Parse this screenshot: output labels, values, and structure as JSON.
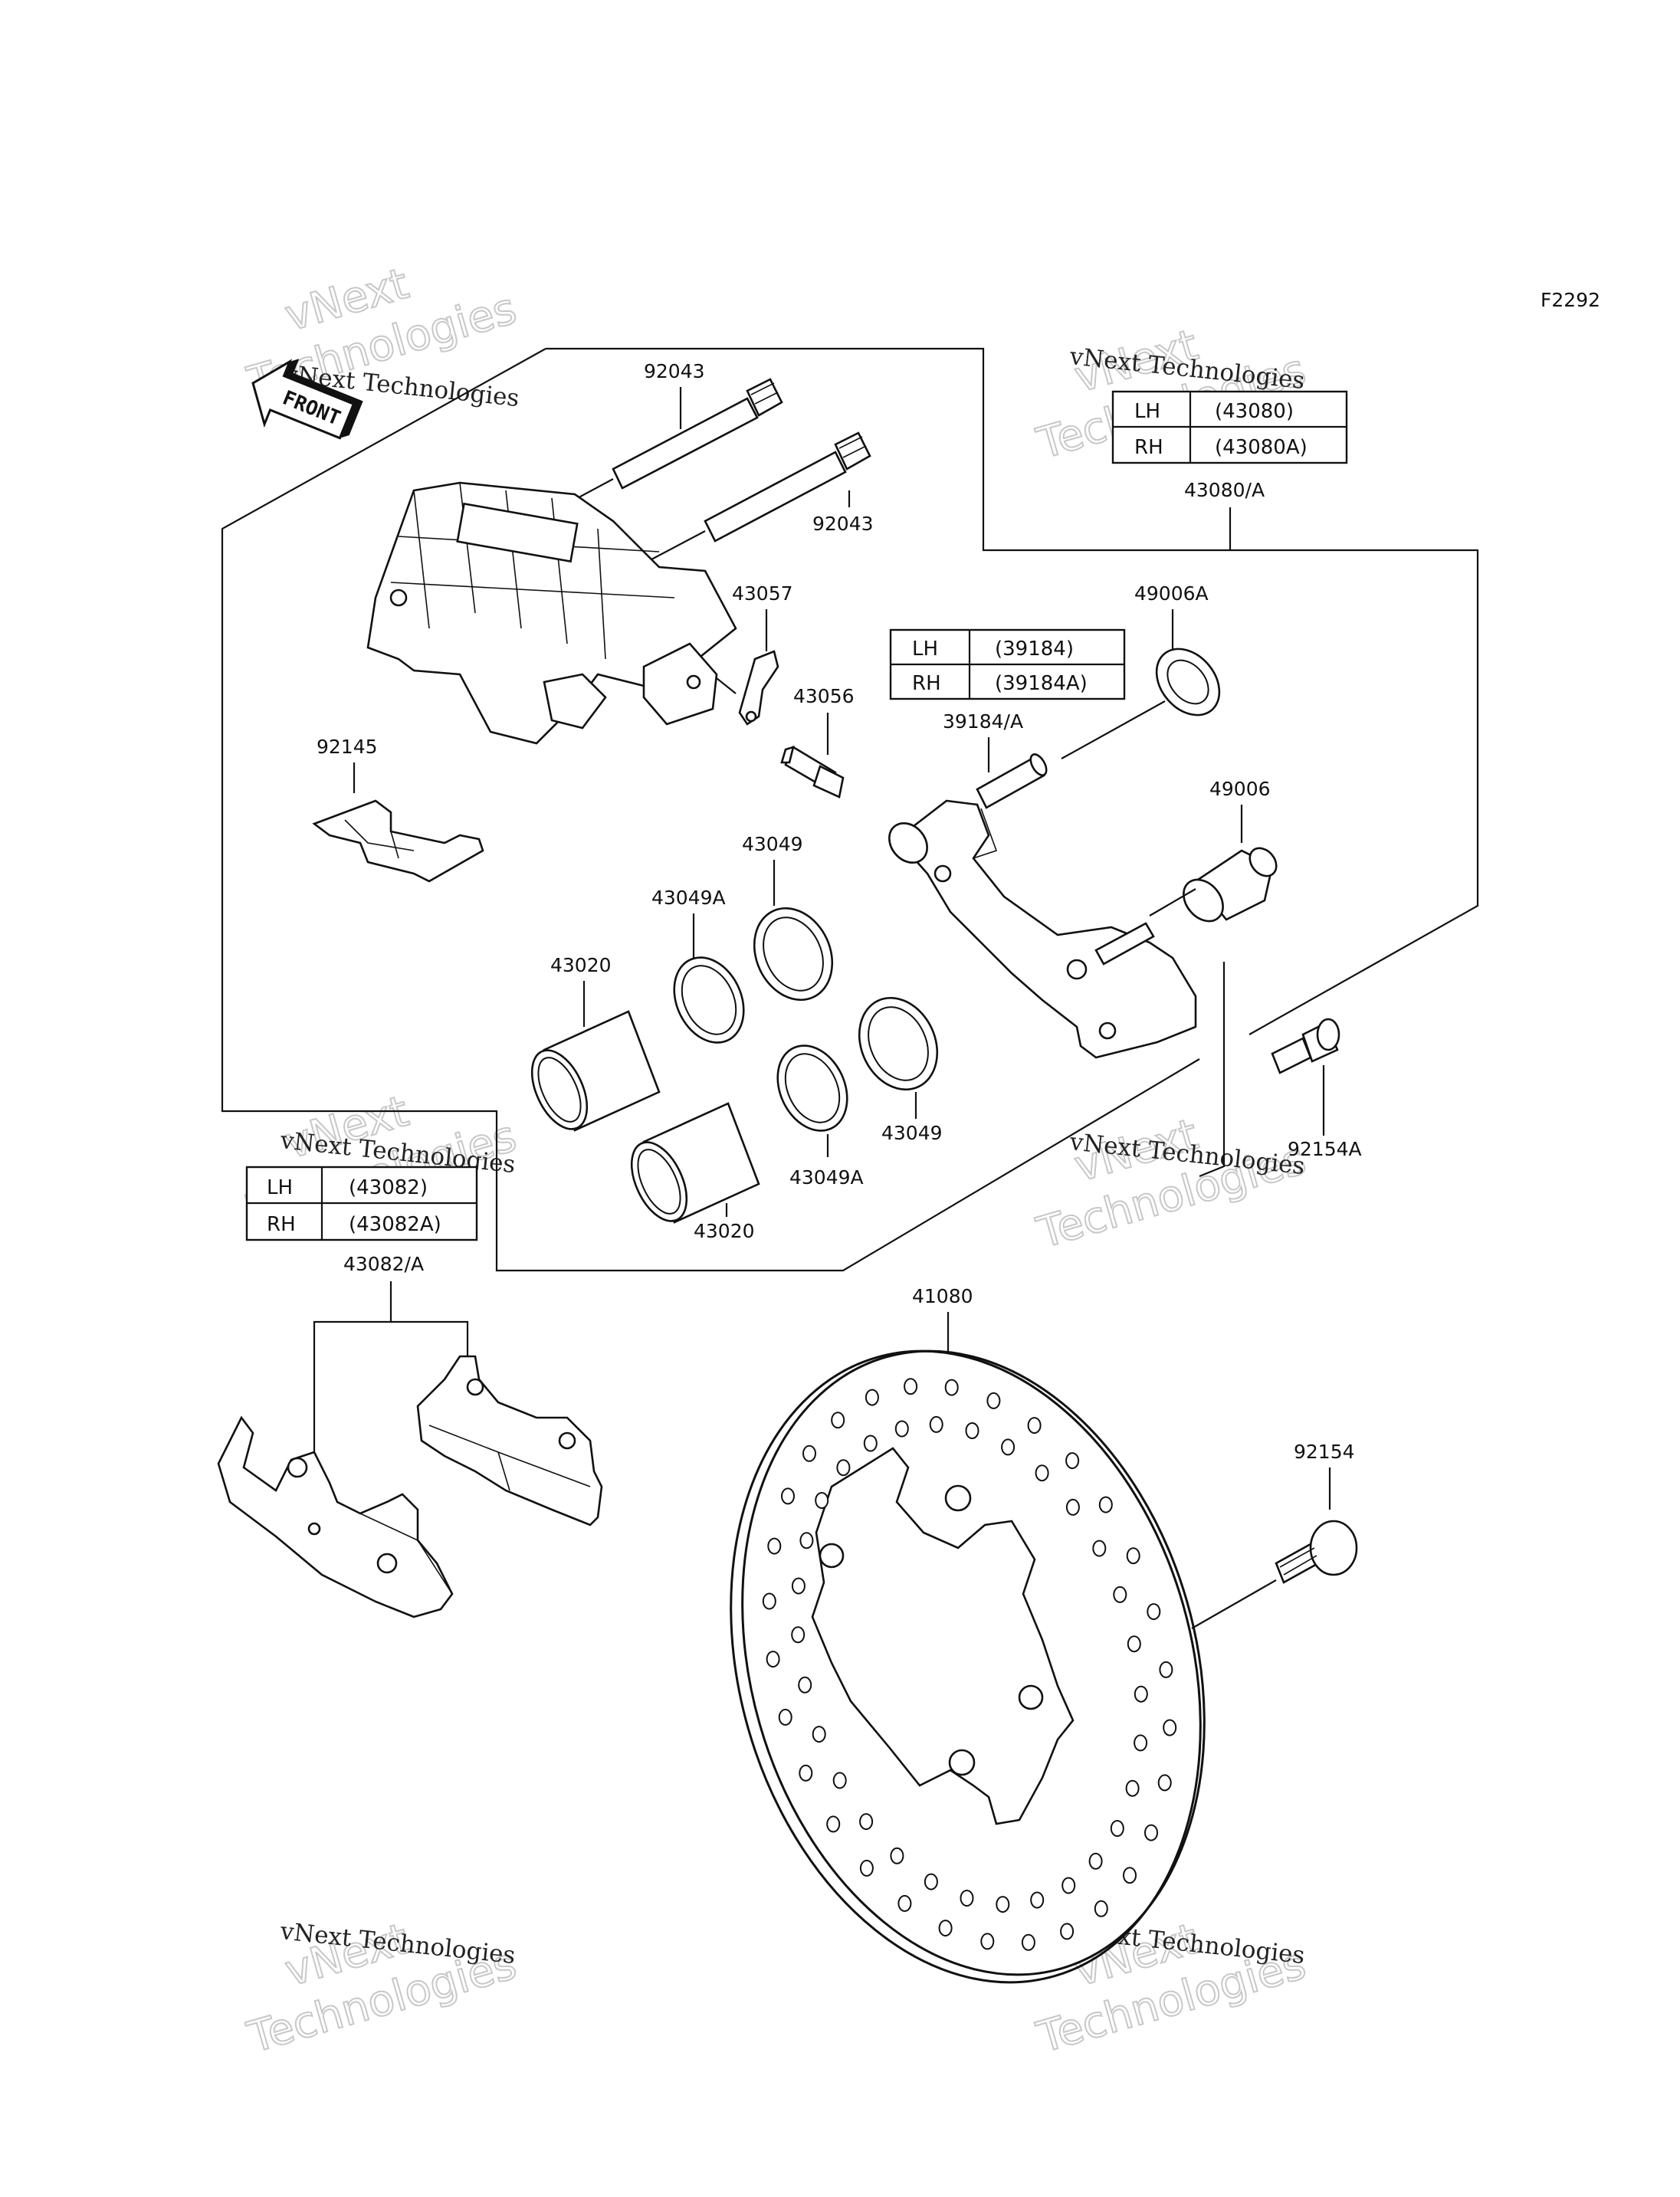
{
  "figure_code": "F2292",
  "front_marker": "FRONT",
  "watermark": {
    "line1": "vNext",
    "line2": "Technologies",
    "caption": "vNext Technologies"
  },
  "labels": {
    "p92043_top": "92043",
    "p92043_mid": "92043",
    "p43057": "43057",
    "p43056": "43056",
    "p92145": "92145",
    "p43049_top": "43049",
    "p43049A_top": "43049A",
    "p43020_top": "43020",
    "p43049_bot": "43049",
    "p43049A_bot": "43049A",
    "p43020_bot": "43020",
    "p39184": "39184/A",
    "p49006A": "49006A",
    "p49006": "49006",
    "p92154A": "92154A",
    "p43080": "43080/A",
    "p43082": "43082/A",
    "p41080": "41080",
    "p92154": "92154"
  },
  "tables": {
    "t43080": [
      {
        "side": "LH",
        "part": "(43080)"
      },
      {
        "side": "RH",
        "part": "(43080A)"
      }
    ],
    "t39184": [
      {
        "side": "LH",
        "part": "(39184)"
      },
      {
        "side": "RH",
        "part": "(39184A)"
      }
    ],
    "t43082": [
      {
        "side": "LH",
        "part": "(43082)"
      },
      {
        "side": "RH",
        "part": "(43082A)"
      }
    ]
  }
}
